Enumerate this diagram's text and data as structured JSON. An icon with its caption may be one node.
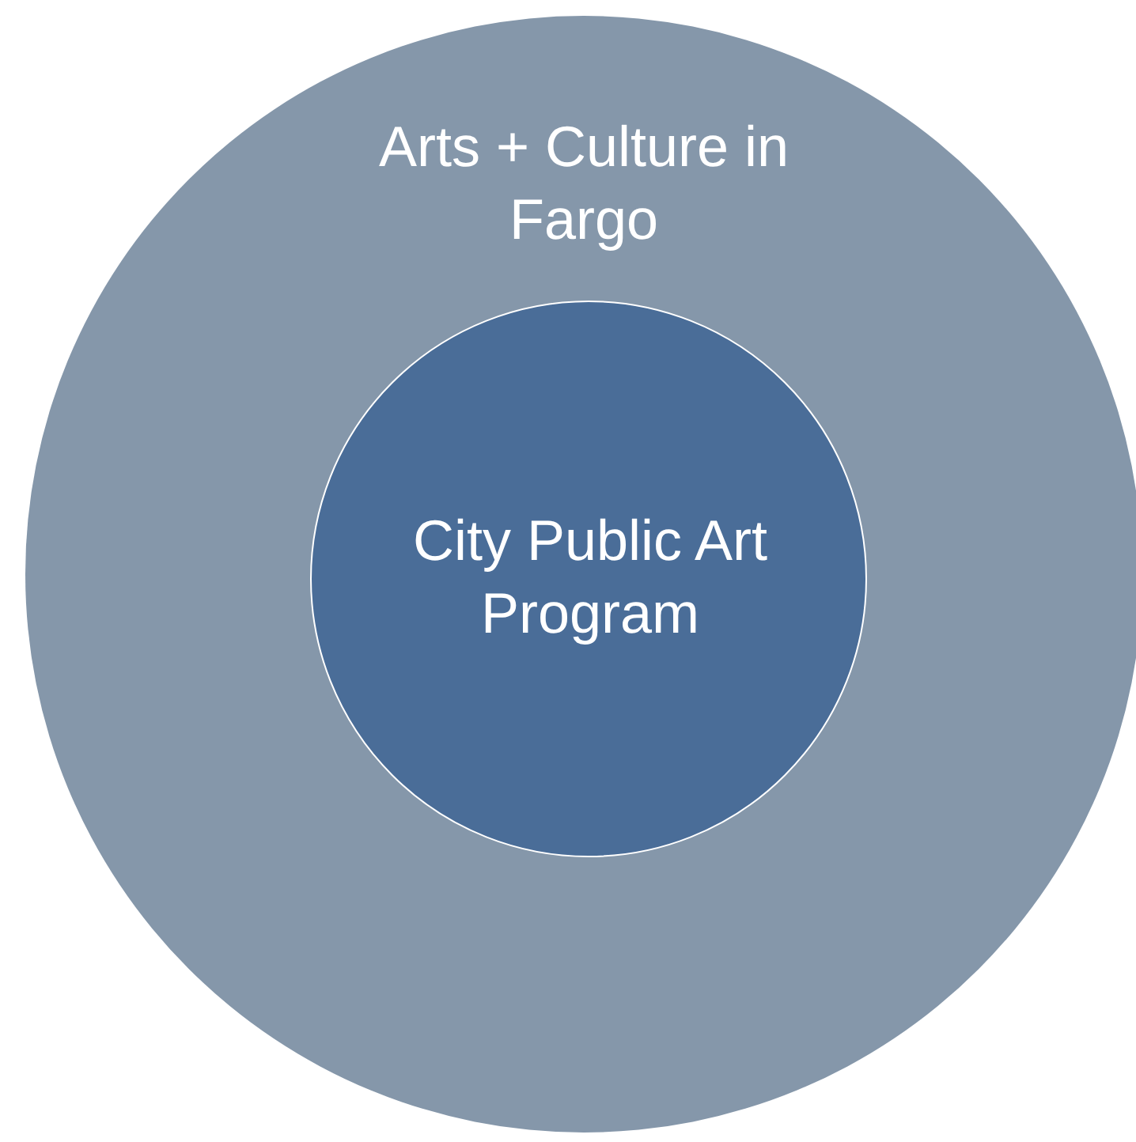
{
  "diagram": {
    "nodes": [
      {
        "text": [
          "Arts + Culture in Fargo"
        ]
      },
      {
        "text": [
          "City Public Art Program"
        ],
        "in": 0
      }
    ]
  }
}
